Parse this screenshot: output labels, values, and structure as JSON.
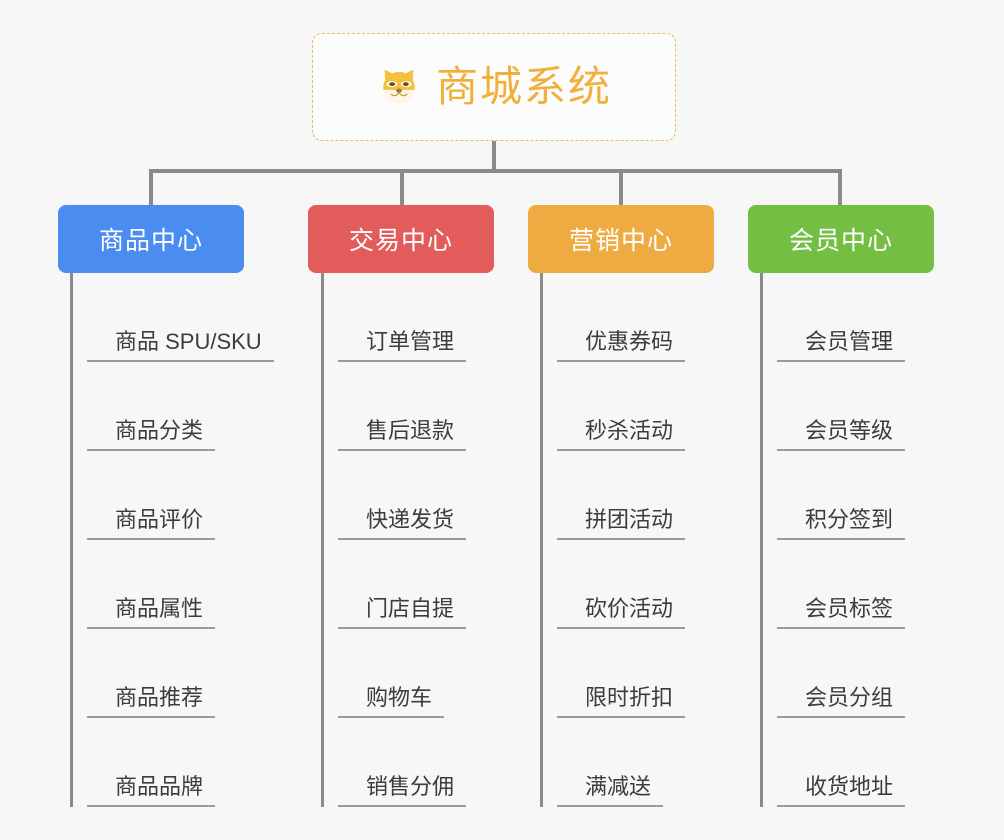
{
  "root": {
    "title": "商城系统",
    "icon": "shiba-dog-face-emoji",
    "color": "#f0b03c",
    "border_color": "#e8b962"
  },
  "connector_color": "#8a8a8a",
  "background": "#f7f7f7",
  "columns": [
    {
      "header": "商品中心",
      "color": "#4a8cef",
      "items": [
        "商品 SPU/SKU",
        "商品分类",
        "商品评价",
        "商品属性",
        "商品推荐",
        "商品品牌"
      ]
    },
    {
      "header": "交易中心",
      "color": "#e25c5c",
      "items": [
        "订单管理",
        "售后退款",
        "快递发货",
        "门店自提",
        "购物车",
        "销售分佣"
      ]
    },
    {
      "header": "营销中心",
      "color": "#eeab41",
      "items": [
        "优惠券码",
        "秒杀活动",
        "拼团活动",
        "砍价活动",
        "限时折扣",
        "满减送"
      ]
    },
    {
      "header": "会员中心",
      "color": "#74bf43",
      "items": [
        "会员管理",
        "会员等级",
        "积分签到",
        "会员标签",
        "会员分组",
        "收货地址"
      ]
    }
  ]
}
